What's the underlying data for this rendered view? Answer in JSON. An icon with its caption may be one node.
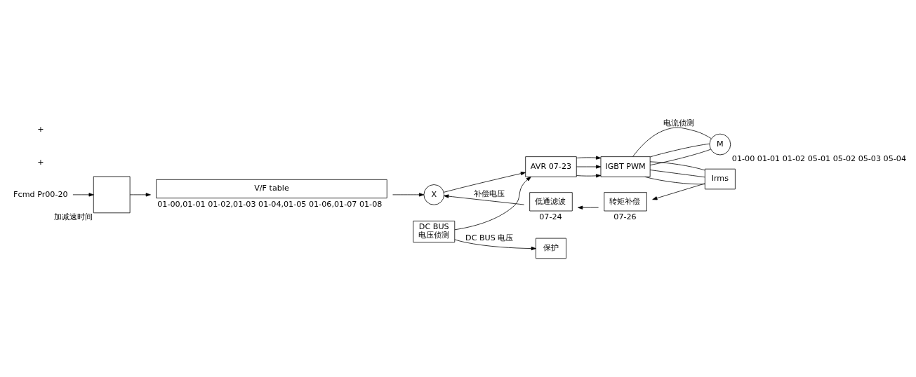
{
  "diagram": {
    "nodes": [
      {
        "text": [
          "Fcmd Pr00-20"
        ]
      },
      {
        "text": [],
        "shape": "box",
        "beside": [
          "加减速时间"
        ]
      },
      {
        "text": [
          "V/F table"
        ],
        "beside": [
          "01-00,01-01 01-02,01-03 01-04,01-05 01-06,01-07 01-08"
        ]
      },
      {
        "text": [
          "X"
        ]
      },
      {
        "text": [
          "DC BUS",
          "电压侦测"
        ]
      },
      {
        "text": [
          "保护"
        ]
      },
      {
        "text": [
          "AVR 07-23"
        ]
      },
      {
        "text": [
          "IGBT PWM"
        ]
      },
      {
        "text": [
          "M"
        ],
        "beside": [
          "01-00 01-01 01-02 05-01 05-02 05-03 05-04"
        ]
      },
      {
        "text": [
          "Irms"
        ]
      },
      {
        "text": [
          "转矩补偿"
        ],
        "beside": [
          "07-26"
        ]
      },
      {
        "text": [
          "低通滤波"
        ],
        "beside": [
          "07-24"
        ]
      }
    ],
    "edges": [
      {
        "from": 0,
        "to": 1,
        "arrow": "to"
      },
      {
        "from": 1,
        "to": 2,
        "arrow": "to"
      },
      {
        "from": 2,
        "to": 3,
        "arrow": "to"
      },
      {
        "from": 3,
        "to": 6,
        "arrow": "to"
      },
      {
        "from": 4,
        "to": 5,
        "arrow": "to",
        "label": "DC BUS 电压"
      },
      {
        "from": 4,
        "to": 6,
        "arrow": "to"
      },
      {
        "from": 6,
        "to": 7,
        "arrow": "to"
      },
      {
        "from": 6,
        "to": 7,
        "arrow": "to"
      },
      {
        "from": 6,
        "to": 7,
        "arrow": "to"
      },
      {
        "from": 7,
        "to": 8,
        "arrow": "none",
        "label": "电流侦测"
      },
      {
        "from": 7,
        "to": 8,
        "arrow": "none"
      },
      {
        "from": 7,
        "to": 8,
        "arrow": "none"
      },
      {
        "from": 7,
        "to": 9,
        "arrow": "none"
      },
      {
        "from": 7,
        "to": 9,
        "arrow": "none"
      },
      {
        "from": 7,
        "to": 9,
        "arrow": "none"
      },
      {
        "from": 9,
        "to": 10,
        "arrow": "to"
      },
      {
        "from": 10,
        "to": 11,
        "arrow": "to"
      },
      {
        "from": 11,
        "to": 3,
        "arrow": "to",
        "label": "补偿电压"
      }
    ],
    "labels": [
      "+",
      "+"
    ]
  }
}
